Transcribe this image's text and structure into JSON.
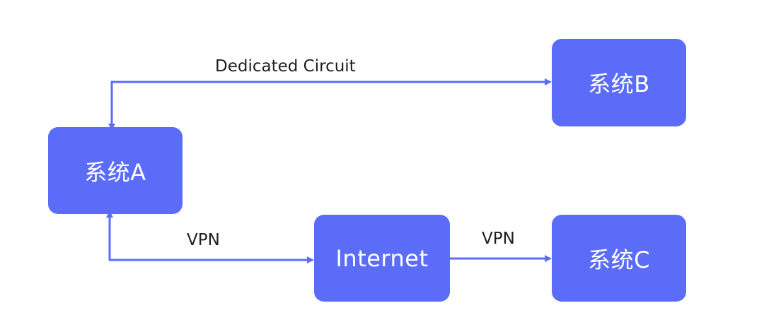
{
  "colors": {
    "node_fill": "#5b6cf9",
    "line": "#5b6cf9",
    "label_text": "#1f1f1f"
  },
  "nodes": {
    "system_a": {
      "label": "系统A"
    },
    "system_b": {
      "label": "系统B"
    },
    "system_c": {
      "label": "系统C"
    },
    "internet": {
      "label": "Internet"
    }
  },
  "edges": {
    "a_to_b": {
      "label": "Dedicated Circuit"
    },
    "a_to_internet": {
      "label": "VPN"
    },
    "internet_to_c": {
      "label": "VPN"
    }
  }
}
